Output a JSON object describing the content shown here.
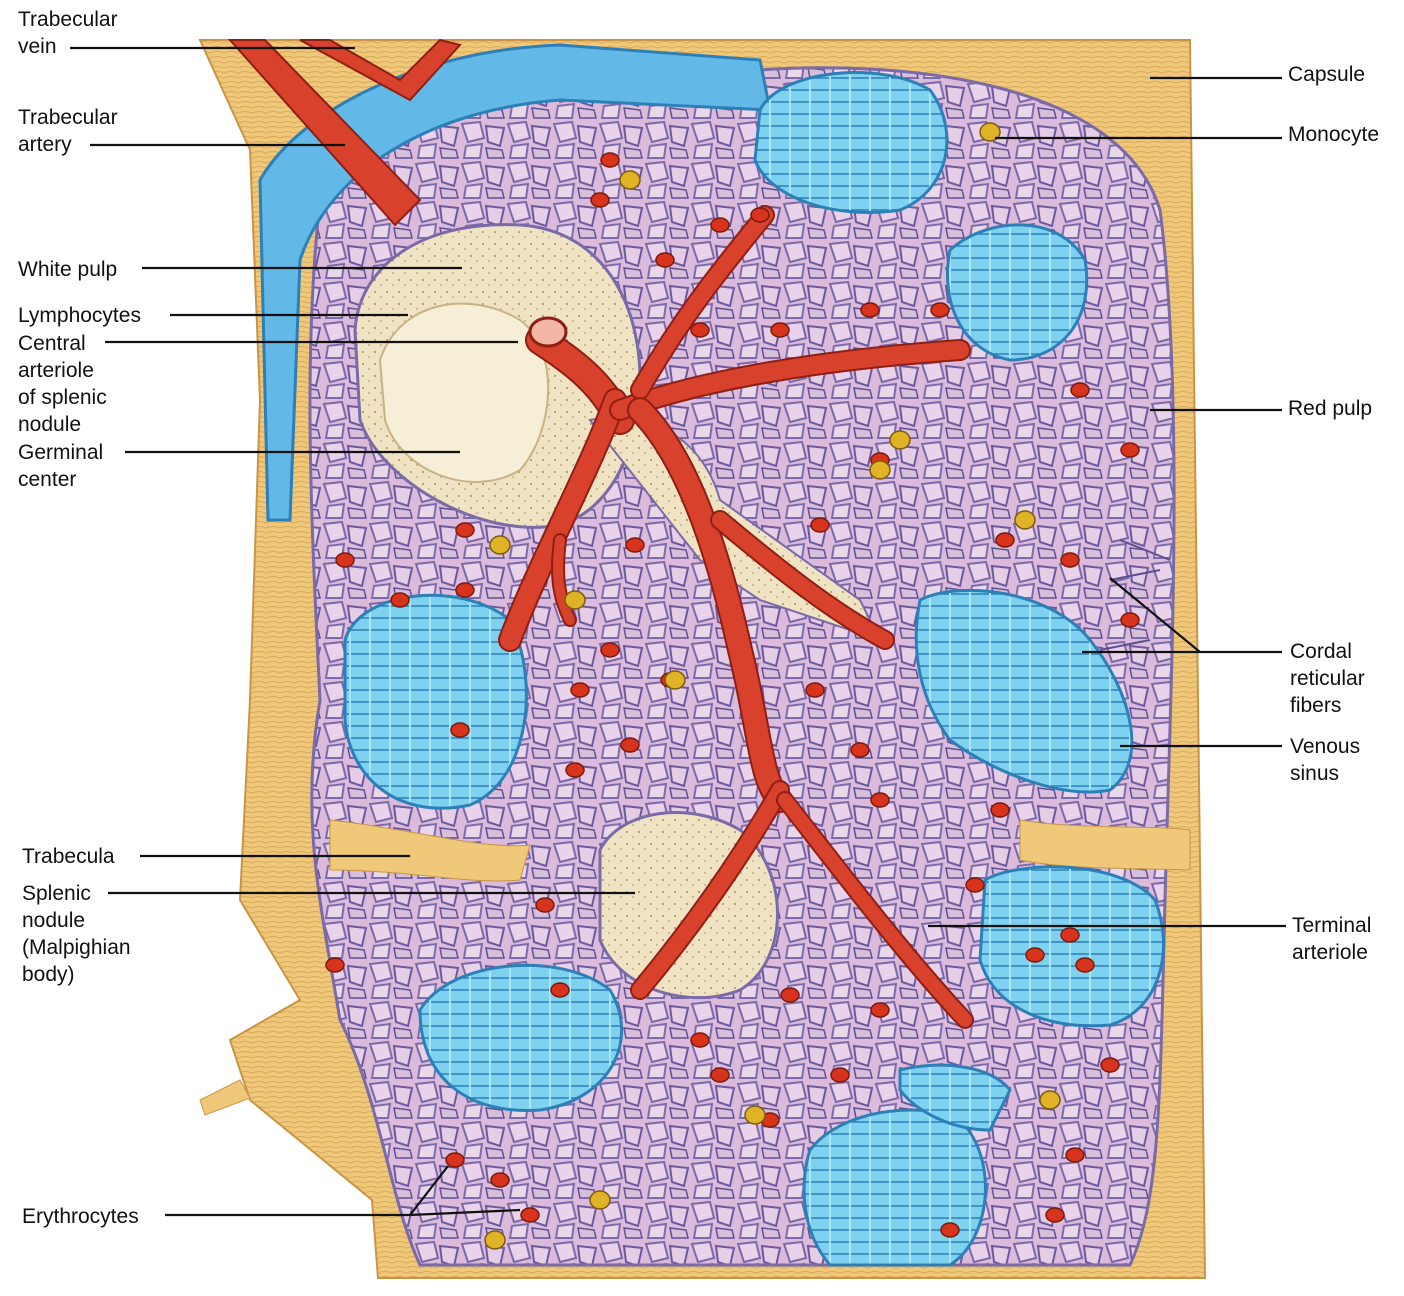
{
  "colors": {
    "capsule": "#f0c87a",
    "capsule_fiber": "#c99446",
    "red_pulp": "#d9b6d6",
    "red_pulp_dark": "#7a6aa8",
    "white_pulp": "#efe3c4",
    "artery": "#d8422c",
    "artery_dark": "#8f1e14",
    "vein": "#62b8e6",
    "sinus": "#7fd2ef",
    "sinus_dark": "#2d7fb8",
    "erythrocyte": "#d8331c",
    "monocyte": "#e0b225",
    "leader": "#111111"
  },
  "labels": {
    "trabecular_vein": "Trabecular\nvein",
    "trabecular_artery": "Trabecular\nartery",
    "white_pulp": "White pulp",
    "lymphocytes": "Lymphocytes",
    "central_arteriole": "Central\narteriole\nof splenic\nnodule",
    "germinal_center": "Germinal\ncenter",
    "trabecula": "Trabecula",
    "splenic_nodule": "Splenic\nnodule\n(Malpighian\nbody)",
    "erythrocytes": "Erythrocytes",
    "capsule": "Capsule",
    "monocyte": "Monocyte",
    "red_pulp": "Red pulp",
    "cordal_reticular_fibers": "Cordal\nreticular\nfibers",
    "venous_sinus": "Venous\nsinus",
    "terminal_arteriole": "Terminal\narteriole"
  }
}
